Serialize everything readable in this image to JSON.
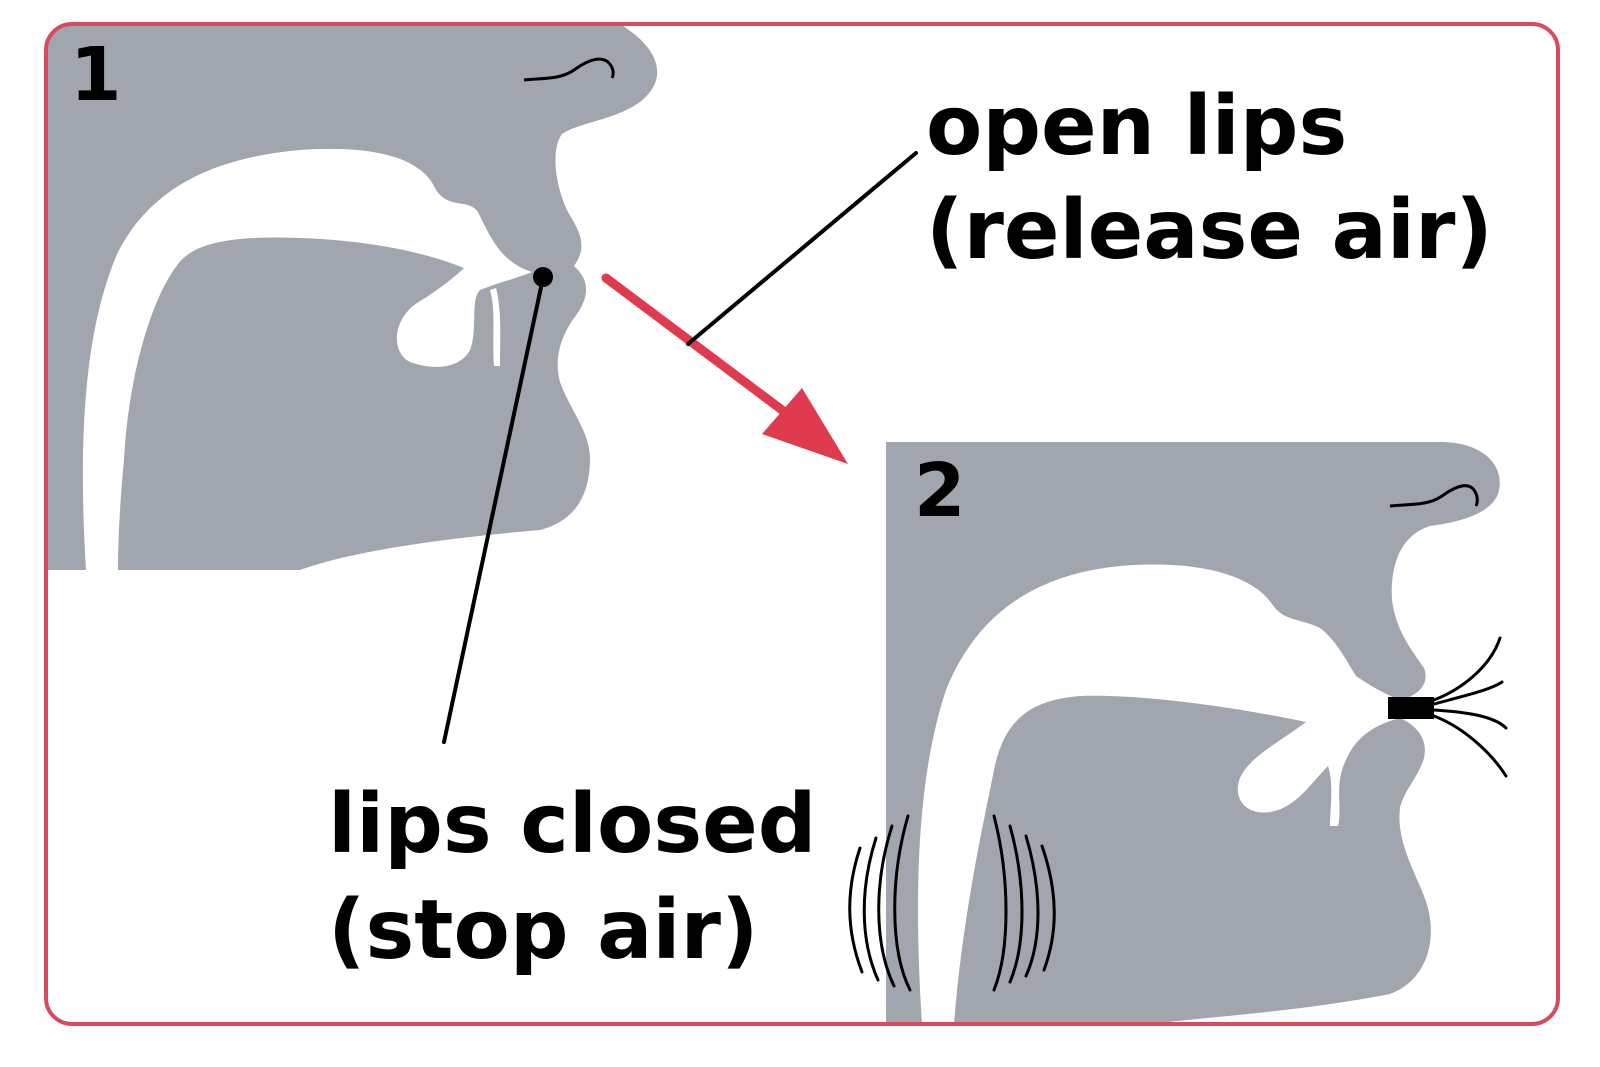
{
  "panel_1": {
    "number": "1"
  },
  "panel_2": {
    "number": "2"
  },
  "labels": {
    "open_line1": "open lips",
    "open_line2": "(release air)",
    "closed_line1": "lips closed",
    "closed_line2": "(stop air)"
  },
  "colors": {
    "frame": "#d84b5c",
    "arrow": "#e03a4e",
    "head": "#a1a6ae",
    "ink": "#000000",
    "background": "#ffffff"
  },
  "icons": {
    "arrow": "red-arrow-icon",
    "air_puff": "air-burst-icon",
    "vibration": "voicing-vibration-icon"
  }
}
